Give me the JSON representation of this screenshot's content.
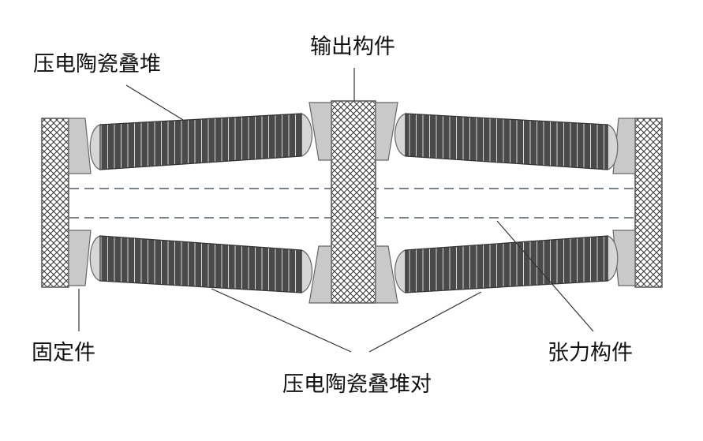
{
  "labels": {
    "stack": "压电陶瓷叠堆",
    "output": "输出构件",
    "fixed": "固定件",
    "stack_pair": "压电陶瓷叠堆对",
    "tension": "张力构件"
  }
}
